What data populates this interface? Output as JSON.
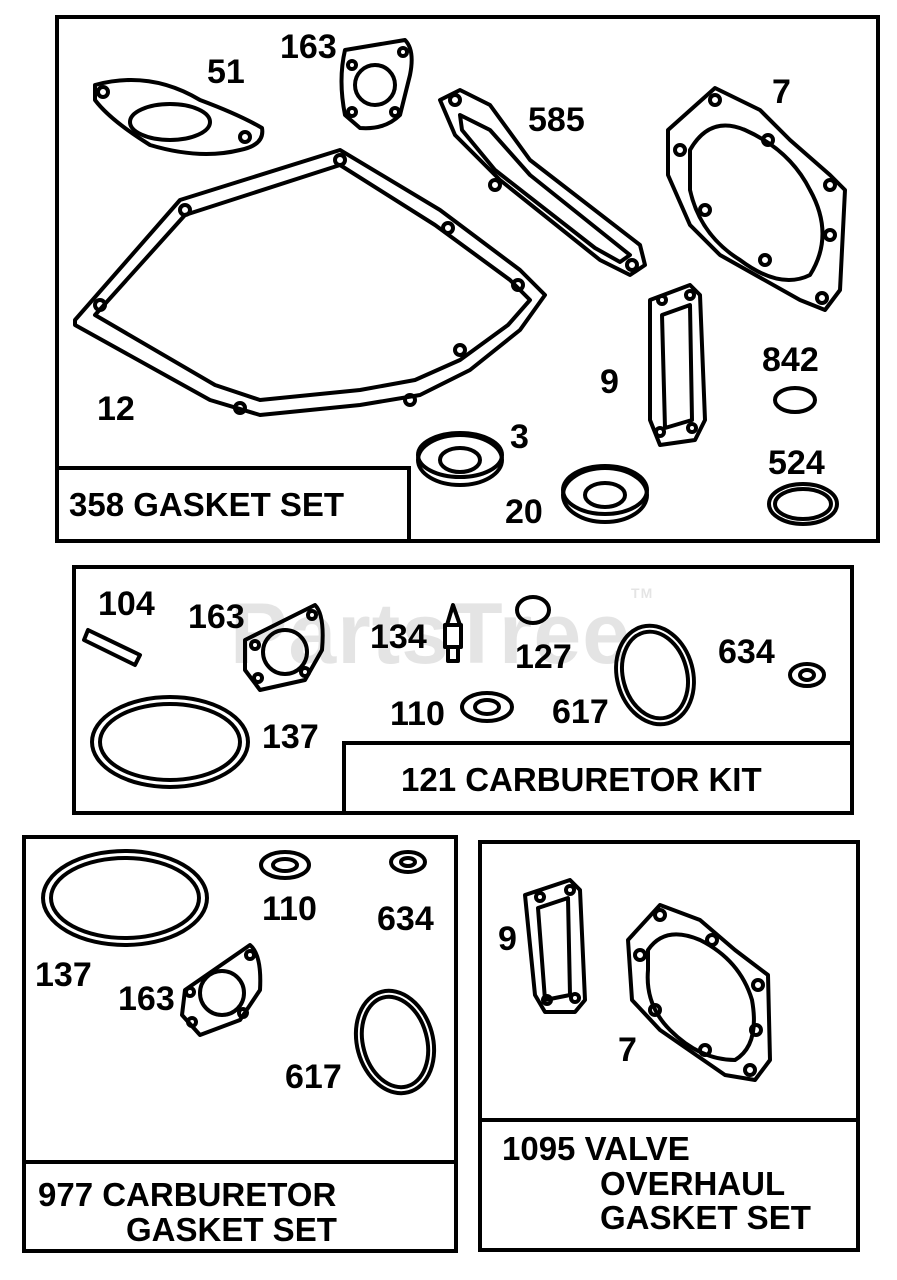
{
  "watermark": "PartsTree",
  "watermark_mark": "TM",
  "kits": {
    "gasket_set": {
      "title": "358 GASKET SET",
      "parts": {
        "p51": "51",
        "p163": "163",
        "p585": "585",
        "p7": "7",
        "p12": "12",
        "p9": "9",
        "p842": "842",
        "p3": "3",
        "p524": "524",
        "p20": "20"
      }
    },
    "carburetor_kit": {
      "title": "121 CARBURETOR KIT",
      "parts": {
        "p104": "104",
        "p163": "163",
        "p134": "134",
        "p127": "127",
        "p634": "634",
        "p137": "137",
        "p110": "110",
        "p617": "617"
      }
    },
    "carburetor_gasket_set": {
      "title_line1": "977 CARBURETOR",
      "title_line2": "GASKET SET",
      "parts": {
        "p110": "110",
        "p634": "634",
        "p137": "137",
        "p163": "163",
        "p617": "617"
      }
    },
    "valve_overhaul": {
      "title_line1": "1095 VALVE",
      "title_line2": "OVERHAUL",
      "title_line3": "GASKET SET",
      "parts": {
        "p9": "9",
        "p7": "7"
      }
    }
  }
}
